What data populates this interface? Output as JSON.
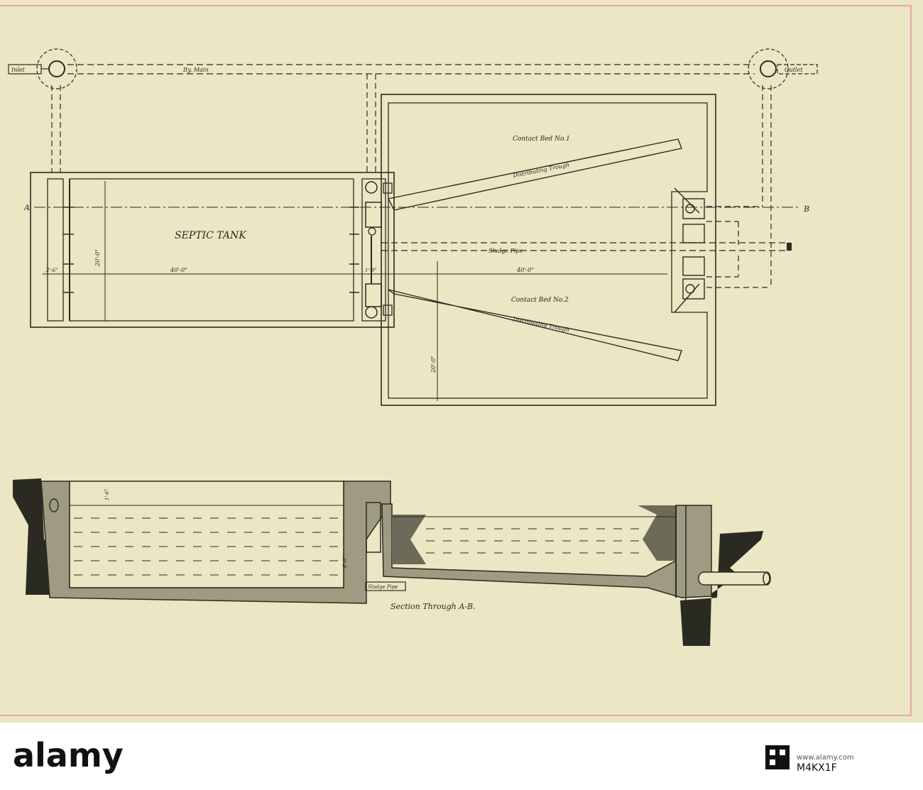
{
  "drawing": {
    "plan": {
      "inlet_label": "Inlet",
      "outlet_label": "Outlet",
      "main_label": "Ity. Main",
      "section_start": "A",
      "section_end": "B",
      "septic_tank_label": "SEPTIC TANK",
      "contact_bed_1_label": "Contact Bed No.1",
      "contact_bed_2_label": "Contact Bed No.2",
      "trough_1_label": "Distributing Trough",
      "trough_2_label": "Distributing Trough",
      "sludge_pipe_label": "Sludge Pipe",
      "dim_tank_length": "40'-0\"",
      "dim_bed_length": "40'-0\"",
      "dim_tank_width": "20'-0\"",
      "dim_bed_width": "20'-0\"",
      "dim_inlet_chamber": "2'-6\"",
      "dim_wall": "1'-9\""
    },
    "section": {
      "caption": "Section Through A-B.",
      "sludge_pipe_label": "Sludge Pipe",
      "dim_freeboard": "1'-6\"",
      "dim_depth": "6'-0\""
    }
  },
  "footer": {
    "brand": "alamy",
    "image_id": "M4KX1F",
    "colors": {
      "paper": "#ebe6c3",
      "ink": "#2b2a22",
      "border": "#e7a6b0"
    }
  }
}
